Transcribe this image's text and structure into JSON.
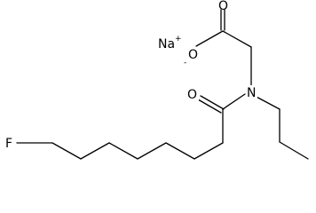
{
  "molecule": {
    "counterion": {
      "symbol": "Na",
      "charge": "+"
    },
    "carboxylate": {
      "oxygen_single": "O",
      "oxygen_single_charge": "-",
      "oxygen_double": "O"
    },
    "nitrogen": "N",
    "amide_oxygen": "O",
    "fluorine": "F"
  },
  "colors": {
    "ink": "#000000",
    "background": "#ffffff"
  }
}
